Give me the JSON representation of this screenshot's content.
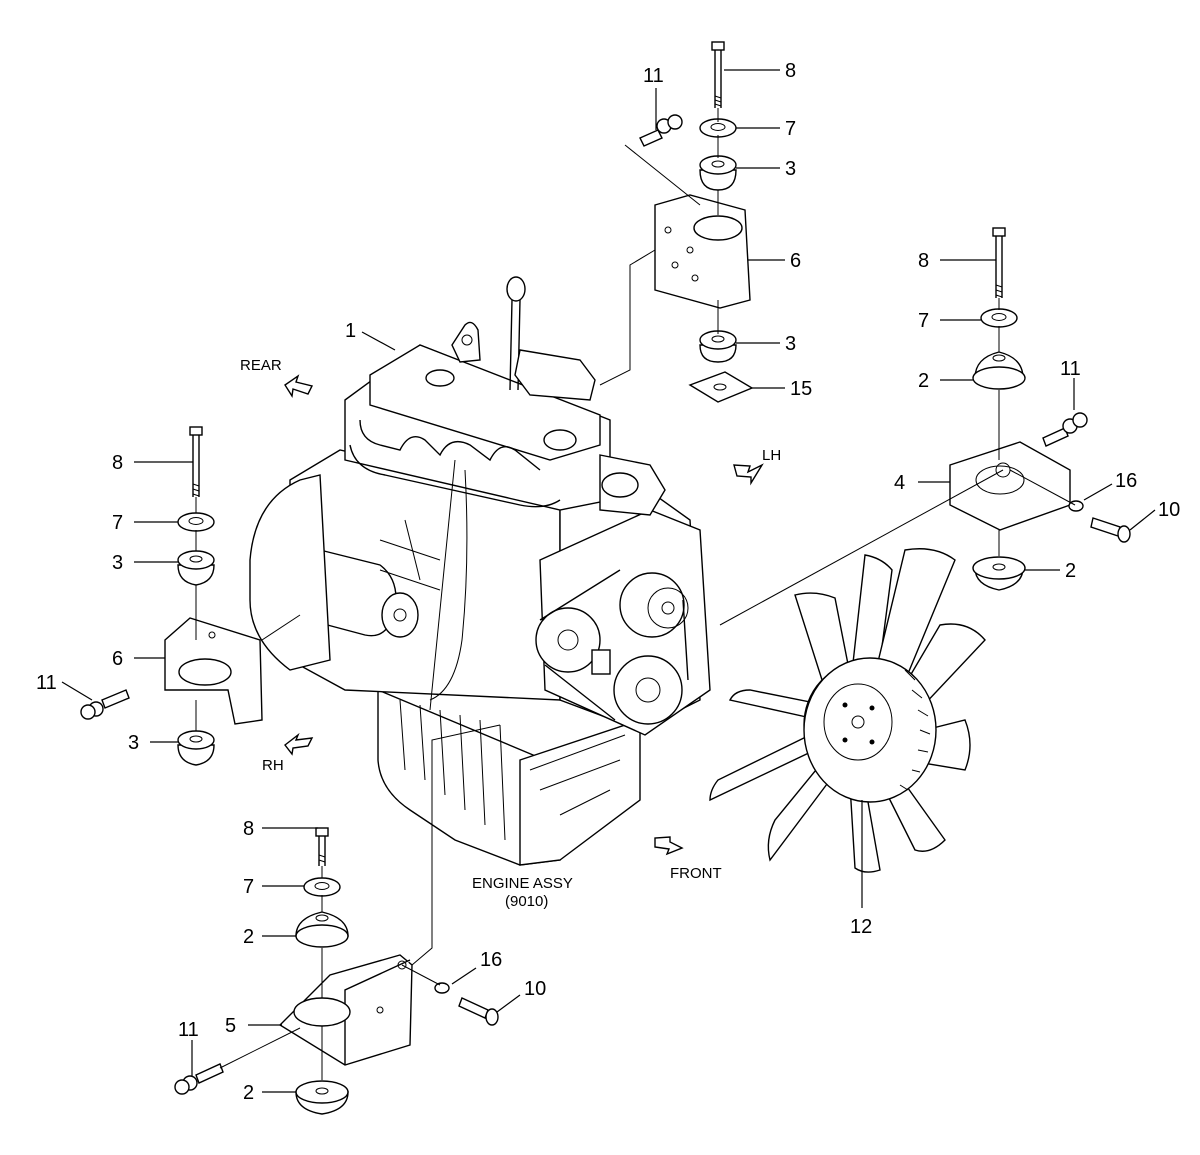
{
  "labels": {
    "rear": "REAR",
    "lh": "LH",
    "rh": "RH",
    "front": "FRONT",
    "engine_assy": "ENGINE ASSY",
    "engine_code": "(9010)"
  },
  "callouts": {
    "c1": "1",
    "c2a": "2",
    "c2b": "2",
    "c2c": "2",
    "c2d": "2",
    "c3a": "3",
    "c3b": "3",
    "c3c": "3",
    "c3d": "3",
    "c4": "4",
    "c5": "5",
    "c6a": "6",
    "c6b": "6",
    "c7a": "7",
    "c7b": "7",
    "c7c": "7",
    "c7d": "7",
    "c8a": "8",
    "c8b": "8",
    "c8c": "8",
    "c8d": "8",
    "c10a": "10",
    "c10b": "10",
    "c11a": "11",
    "c11b": "11",
    "c11c": "11",
    "c11d": "11",
    "c12": "12",
    "c15": "15",
    "c16a": "16",
    "c16b": "16"
  }
}
